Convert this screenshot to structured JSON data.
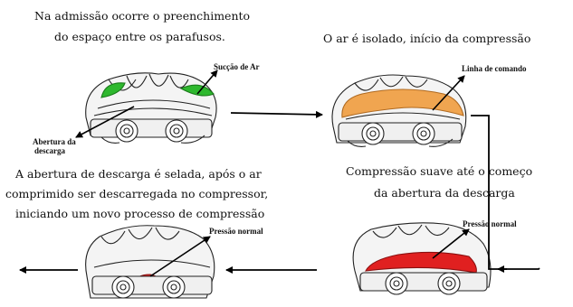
{
  "stages": [
    {
      "caption_lines": [
        "Na admissão ocorre o preenchimento",
        "do espaço entre os parafusos."
      ],
      "labels": [
        "Sucção de Ar",
        "Abertura da",
        "descarga"
      ]
    },
    {
      "caption_lines": [
        "O ar é isolado, início  da compressão"
      ],
      "labels": [
        "Linha de comando"
      ]
    },
    {
      "caption_lines": [
        "Compressão suave até o começo",
        "da abertura da descarga"
      ],
      "labels": [
        "Pressão normal"
      ]
    },
    {
      "caption_lines": [
        "A abertura de descarga é selada, após o ar",
        "comprimido ser descarregada no compressor,",
        "iniciando um novo processo de compressão"
      ],
      "labels": [
        "Pressão normal"
      ]
    }
  ],
  "colors": {
    "suction": "#2eb82e",
    "isolated": "#f0a550",
    "compression": "#e02020",
    "outline": "#222222",
    "flow_arrow": "#000000"
  }
}
